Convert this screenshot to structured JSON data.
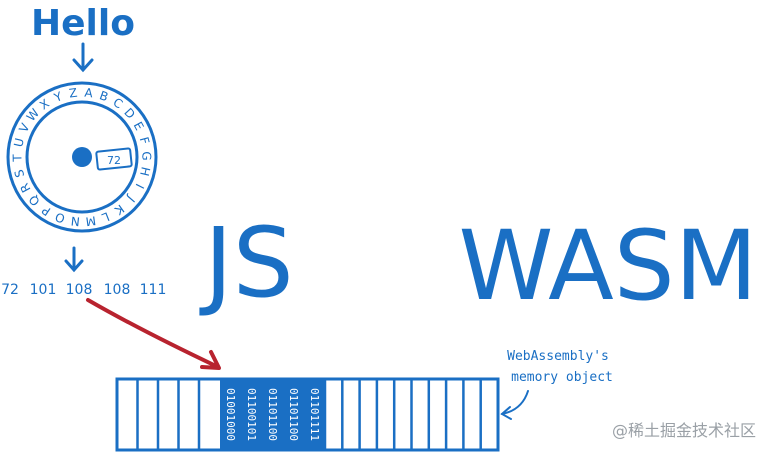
{
  "colors": {
    "blue": "#1a6fc4",
    "red": "#b8232f",
    "gray": "#9aa0a6",
    "white": "#ffffff"
  },
  "title": "Hello",
  "cipher_wheel": {
    "letters": [
      "A",
      "B",
      "C",
      "D",
      "E",
      "F",
      "G",
      "H",
      "I",
      "J",
      "K",
      "L",
      "M",
      "N",
      "O",
      "P",
      "Q",
      "R",
      "S",
      "T",
      "U",
      "V",
      "W",
      "X",
      "Y",
      "Z"
    ],
    "tag": "72"
  },
  "codes": [
    "72",
    "101",
    "108",
    "108",
    "111"
  ],
  "js_label": "JS",
  "wasm_label": "WASM",
  "memory": {
    "label_line1": "WebAssembly's",
    "label_line2": "memory object",
    "cell_count_left": 5,
    "cell_count_right": 10,
    "binary": [
      "01001000",
      "01100101",
      "01101100",
      "01101100",
      "01101111"
    ]
  },
  "watermark": "@稀土掘金技术社区"
}
